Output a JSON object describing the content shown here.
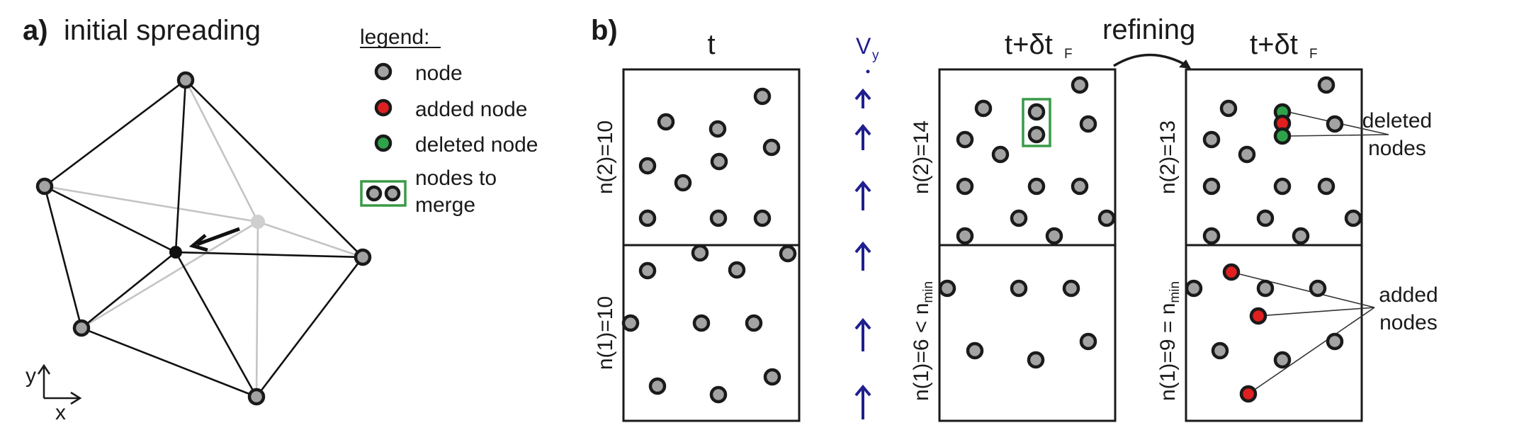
{
  "panel_a": {
    "letter": "a)",
    "title": "initial spreading",
    "axis_x": "x",
    "axis_y": "y"
  },
  "legend": {
    "heading": "legend:",
    "items": [
      {
        "label": "node",
        "color": "#a3a3a3"
      },
      {
        "label": "added node",
        "color": "#e02020"
      },
      {
        "label": "deleted node",
        "color": "#2fa34a"
      },
      {
        "label_line1": "nodes to",
        "label_line2": "merge",
        "frame_color": "#3a9a48"
      }
    ]
  },
  "panel_b": {
    "letter": "b)",
    "col1_title": "t",
    "velocity_symbol": "V",
    "velocity_sub": "y",
    "col2_title": "t+δt",
    "col2_sub": "F",
    "refining_label": "refining",
    "col3_title": "t+δt",
    "col3_sub": "F",
    "col1_upper": "n(2)=10",
    "col1_lower": "n(1)=10",
    "col2_upper": "n(2)=14",
    "col2_lower_main": "n(1)=6 < n",
    "col2_lower_sub": "min",
    "col3_upper": "n(2)=13",
    "col3_lower_main": "n(1)=9 = n",
    "col3_lower_sub": "min",
    "deleted_label_line1": "deleted",
    "deleted_label_line2": "nodes",
    "added_label_line1": "added",
    "added_label_line2": "nodes"
  },
  "colors": {
    "node_gray": "#a3a3a3",
    "added_red": "#e02020",
    "deleted_green": "#2fa34a",
    "velocity_blue": "#1f1f8f"
  }
}
